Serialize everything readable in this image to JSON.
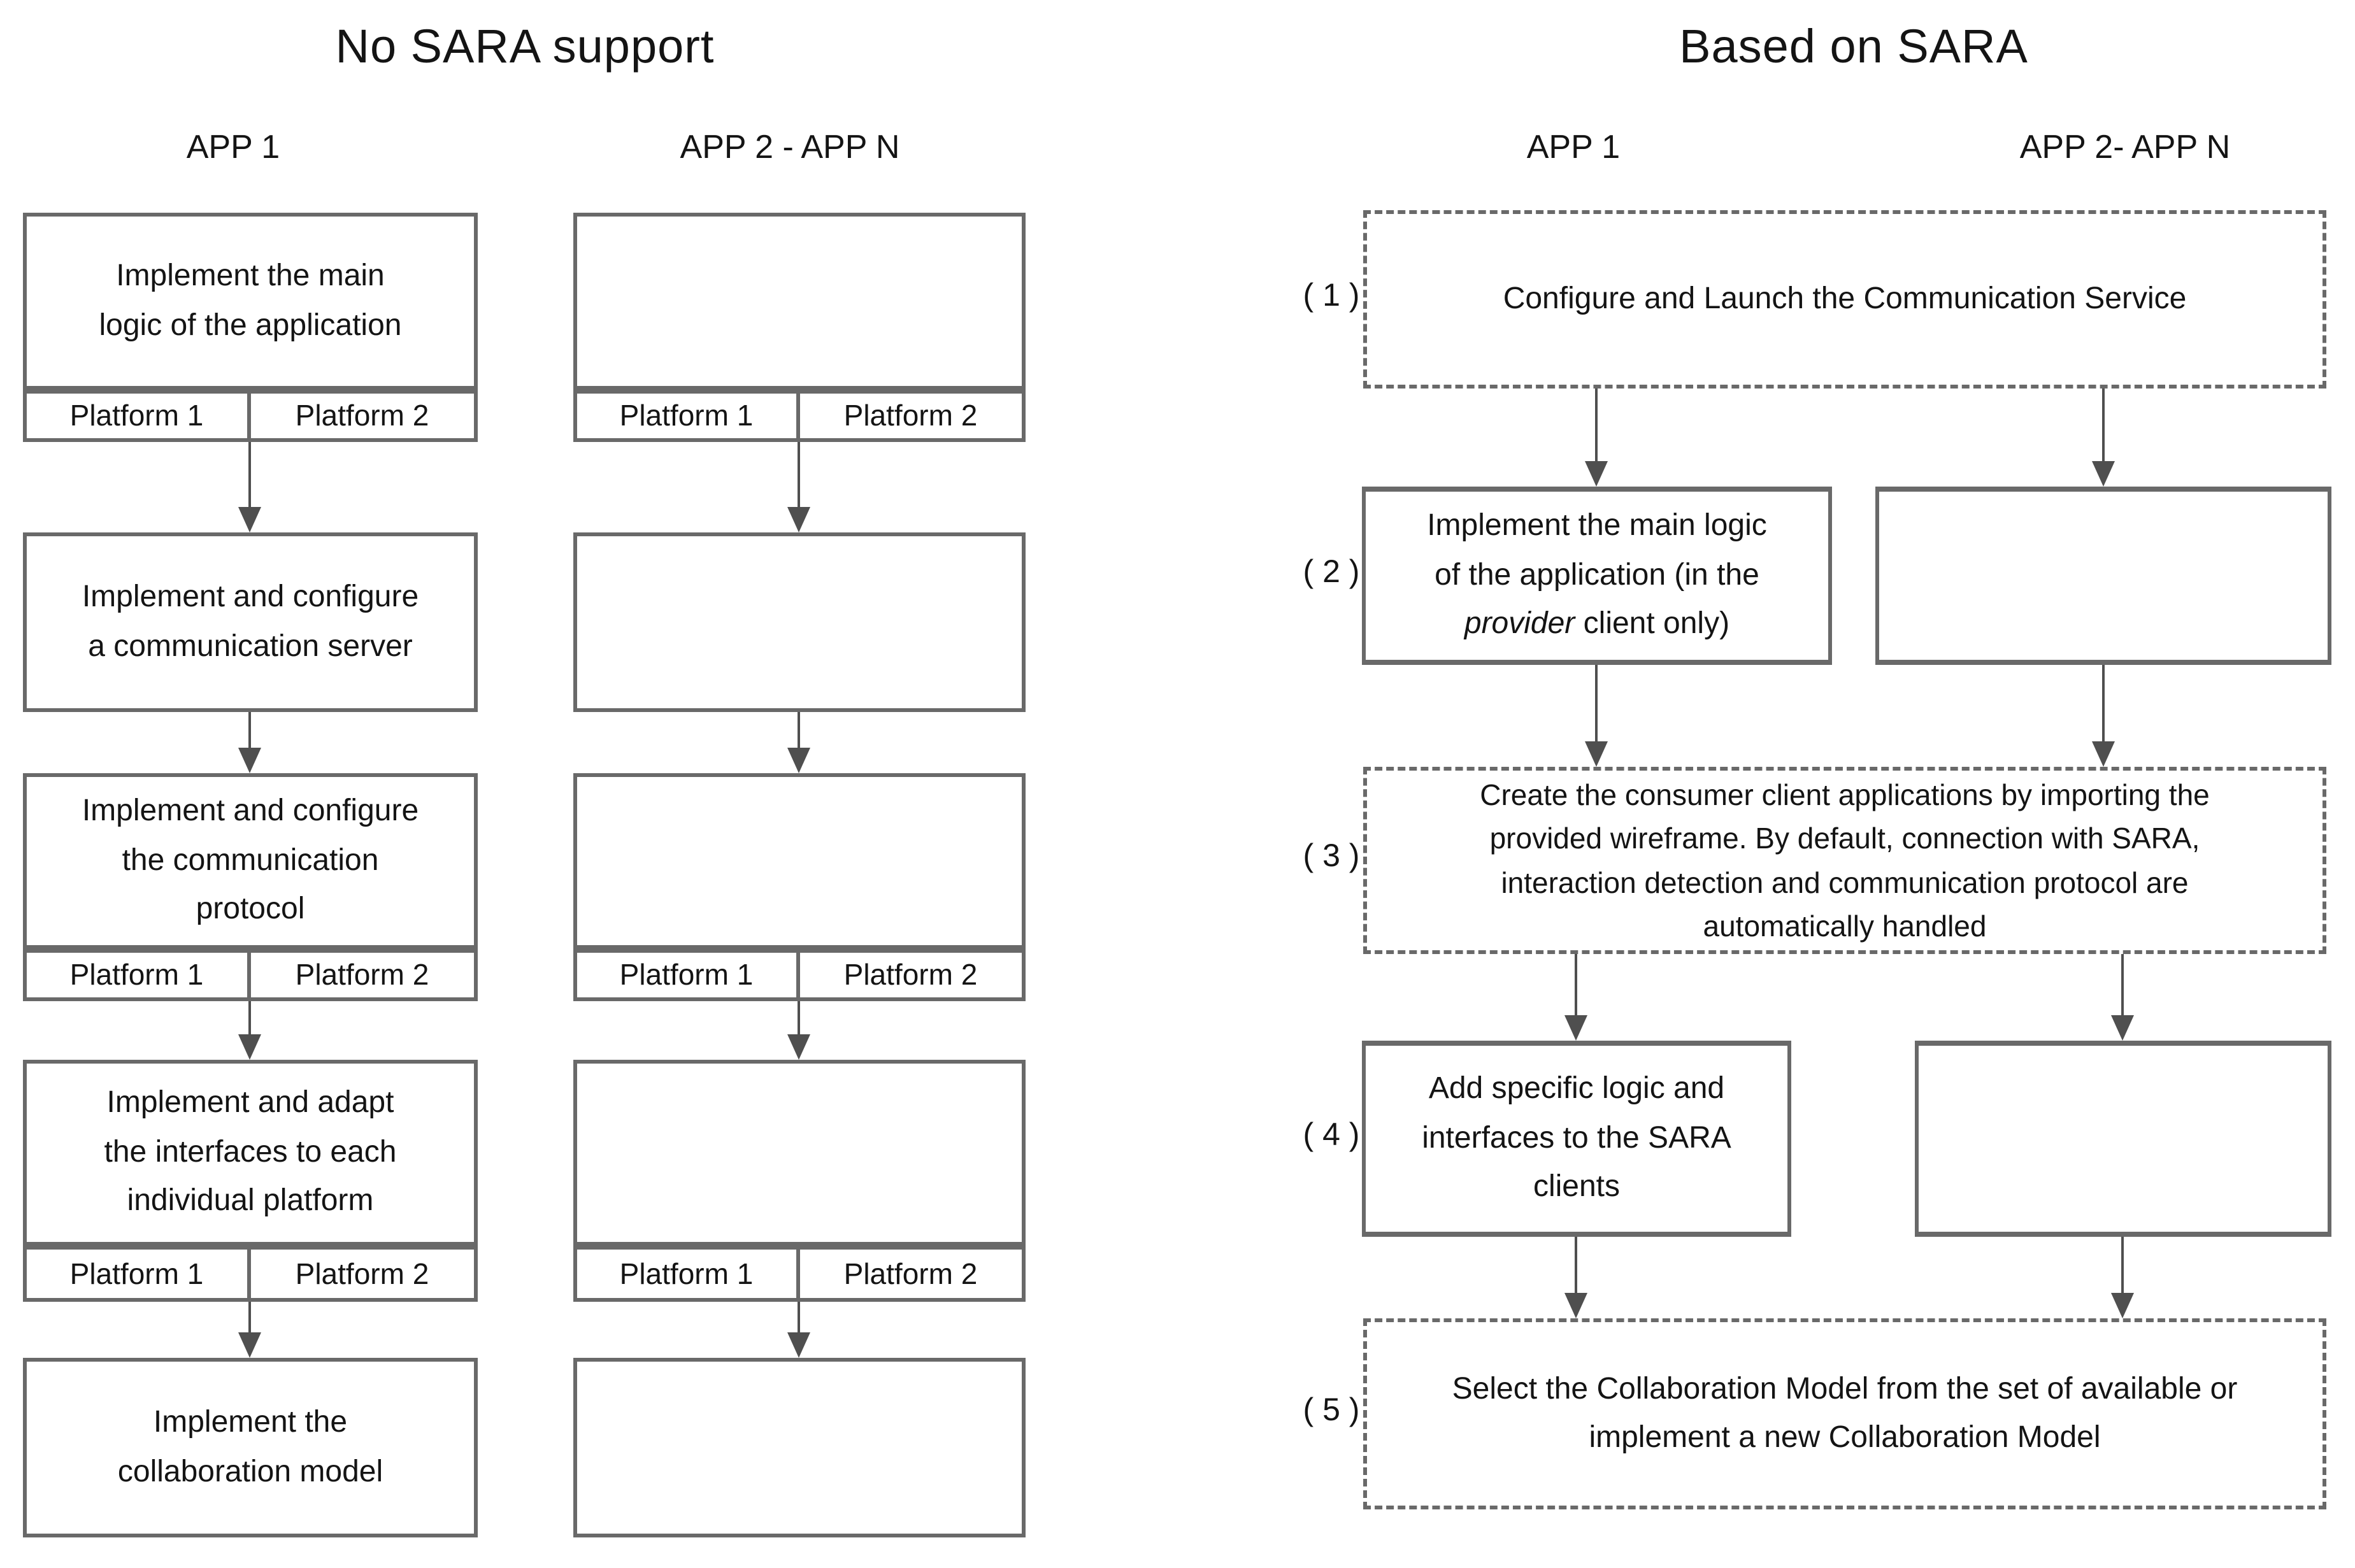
{
  "left": {
    "title": "No SARA support",
    "headers": {
      "col1": "APP 1",
      "col2": "APP 2 - APP N"
    },
    "platform1": "Platform 1",
    "platform2": "Platform 2",
    "boxes": [
      {
        "text": "Implement the main\nlogic of the application"
      },
      {
        "text": "Implement and configure\na communication server"
      },
      {
        "text": "Implement and configure\nthe communication\nprotocol"
      },
      {
        "text": "Implement and adapt\nthe interfaces to each\nindividual platform"
      },
      {
        "text": "Implement the\ncollaboration model"
      }
    ]
  },
  "right": {
    "title": "Based on SARA",
    "headers": {
      "col1": "APP 1",
      "col2": "APP 2-  APP N"
    },
    "steps": [
      {
        "num": "( 1 )",
        "text": "Configure and Launch the Communication Service"
      },
      {
        "num": "( 2 )",
        "text_before": "Implement the main logic\nof the application (in the\n",
        "text_italic": "provider",
        "text_after": " client only)"
      },
      {
        "num": "( 3 )",
        "text": "Create the consumer client applications by importing the\nprovided wireframe. By default, connection with SARA,\ninteraction detection and communication protocol are\nautomatically handled"
      },
      {
        "num": "( 4 )",
        "text": "Add specific logic and\ninterfaces to the SARA\nclients"
      },
      {
        "num": "( 5 )",
        "text": "Select the Collaboration Model from the set of available or\nimplement a new Collaboration Model"
      }
    ]
  },
  "colors": {
    "border": "#696969",
    "arrow": "#4f4f4f",
    "text": "#141414",
    "background": "#ffffff"
  }
}
